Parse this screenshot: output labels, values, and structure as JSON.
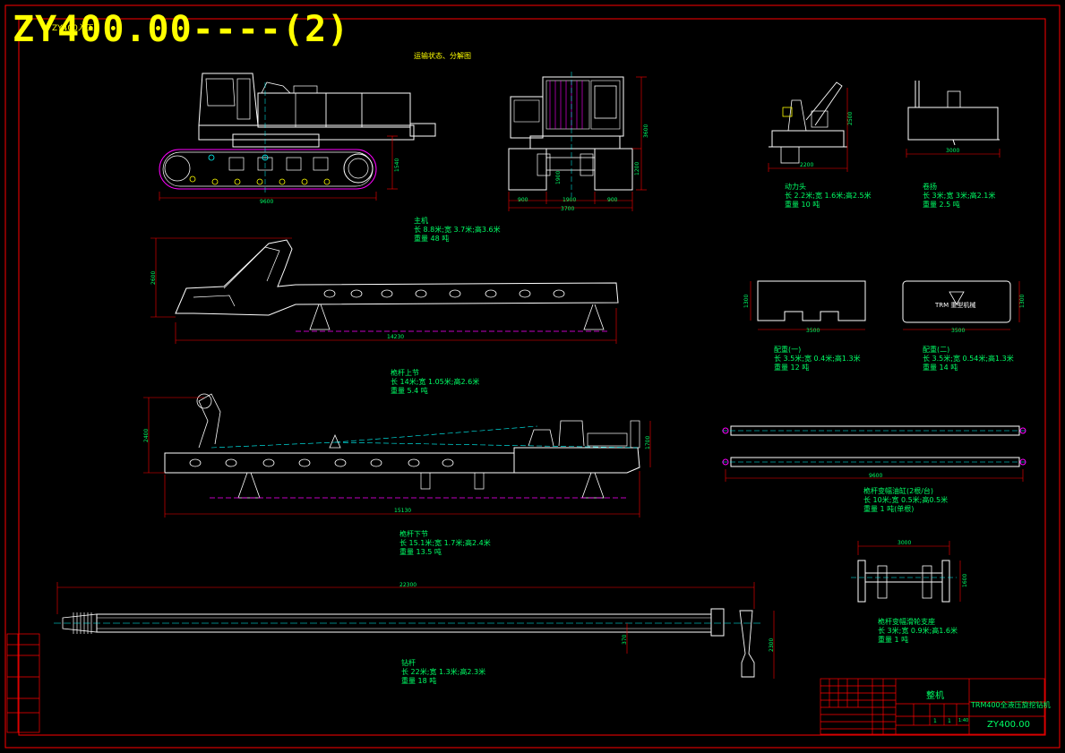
{
  "drawing": {
    "title": "ZY400.00----(2)",
    "small_title": "ZY400入工",
    "subtitle": "运输状态、分解图",
    "colors": {
      "frame": "#ff0000",
      "part": "#ffffff",
      "dim": "#ff0000",
      "text": "#00ff66",
      "title": "#ffff00",
      "center": "#00ffff",
      "track": "#ff00ff"
    }
  },
  "parts": {
    "main_machine": {
      "name": "主机",
      "spec": "长 8.8米;宽 3.7米;高3.6米",
      "weight": "重量 48 吨",
      "dim_length": "9600",
      "dim_height": "1540",
      "dim_height2": "3600",
      "dim_ground": "1200",
      "dim_w1": "900",
      "dim_w2": "1900",
      "dim_w3": "900",
      "dim_width": "3700",
      "dim_mid": "1900"
    },
    "mast_upper": {
      "name": "桅杆上节",
      "spec": "长 14米;宽 1.05米;高2.6米",
      "weight": "重量 5.4 吨",
      "dim_length": "14230",
      "dim_height": "2600"
    },
    "mast_lower": {
      "name": "桅杆下节",
      "spec": "长 15.1米;宽 1.7米;高2.4米",
      "weight": "重量 13.5 吨",
      "dim_length": "15130",
      "dim_height": "2400",
      "dim_height2": "1700"
    },
    "drill_rod": {
      "name": "钻杆",
      "spec": "长 22米;宽 1.3米;高2.3米",
      "weight": "重量 18 吨",
      "dim_length": "22300",
      "dim_dia": "370",
      "dim_height": "2300"
    },
    "power_head": {
      "name": "动力头",
      "spec": "长 2.2米;宽 1.6米;高2.5米",
      "weight": "重量 10 吨",
      "dim_width": "2200",
      "dim_height": "2500"
    },
    "winch": {
      "name": "卷扬",
      "spec": "长 3米;宽 3米;高2.1米",
      "weight": "重量 2.5 吨",
      "dim_width": "3000"
    },
    "counterweight1": {
      "name": "配重(一)",
      "spec": "长 3.5米;宽 0.4米;高1.3米",
      "weight": "重量 12 吨",
      "dim_width": "3500",
      "dim_height": "1300"
    },
    "counterweight2": {
      "name": "配重(二)",
      "spec": "长 3.5米;宽 0.54米;高1.3米",
      "weight": "重量 14 吨",
      "dim_width": "3500",
      "dim_height": "1300",
      "logo": "TRM 重型机械"
    },
    "cylinder": {
      "name": "桅杆变幅油缸(2根/台)",
      "spec": "长 10米;宽 0.5米;高0.5米",
      "weight": "重量 1 吨(单根)",
      "dim_length": "9600"
    },
    "pulley": {
      "name": "桅杆变幅滑轮支座",
      "spec": "长 3米;宽 0.9米;高1.6米",
      "weight": "重量 1 吨",
      "dim_width": "3000",
      "dim_height": "1600"
    }
  },
  "title_block": {
    "part_name": "整机",
    "machine": "TRM400全液压旋挖钻机",
    "drawing_no": "ZY400.00",
    "scale": "1:40",
    "qty": "1",
    "ratio": "1"
  }
}
